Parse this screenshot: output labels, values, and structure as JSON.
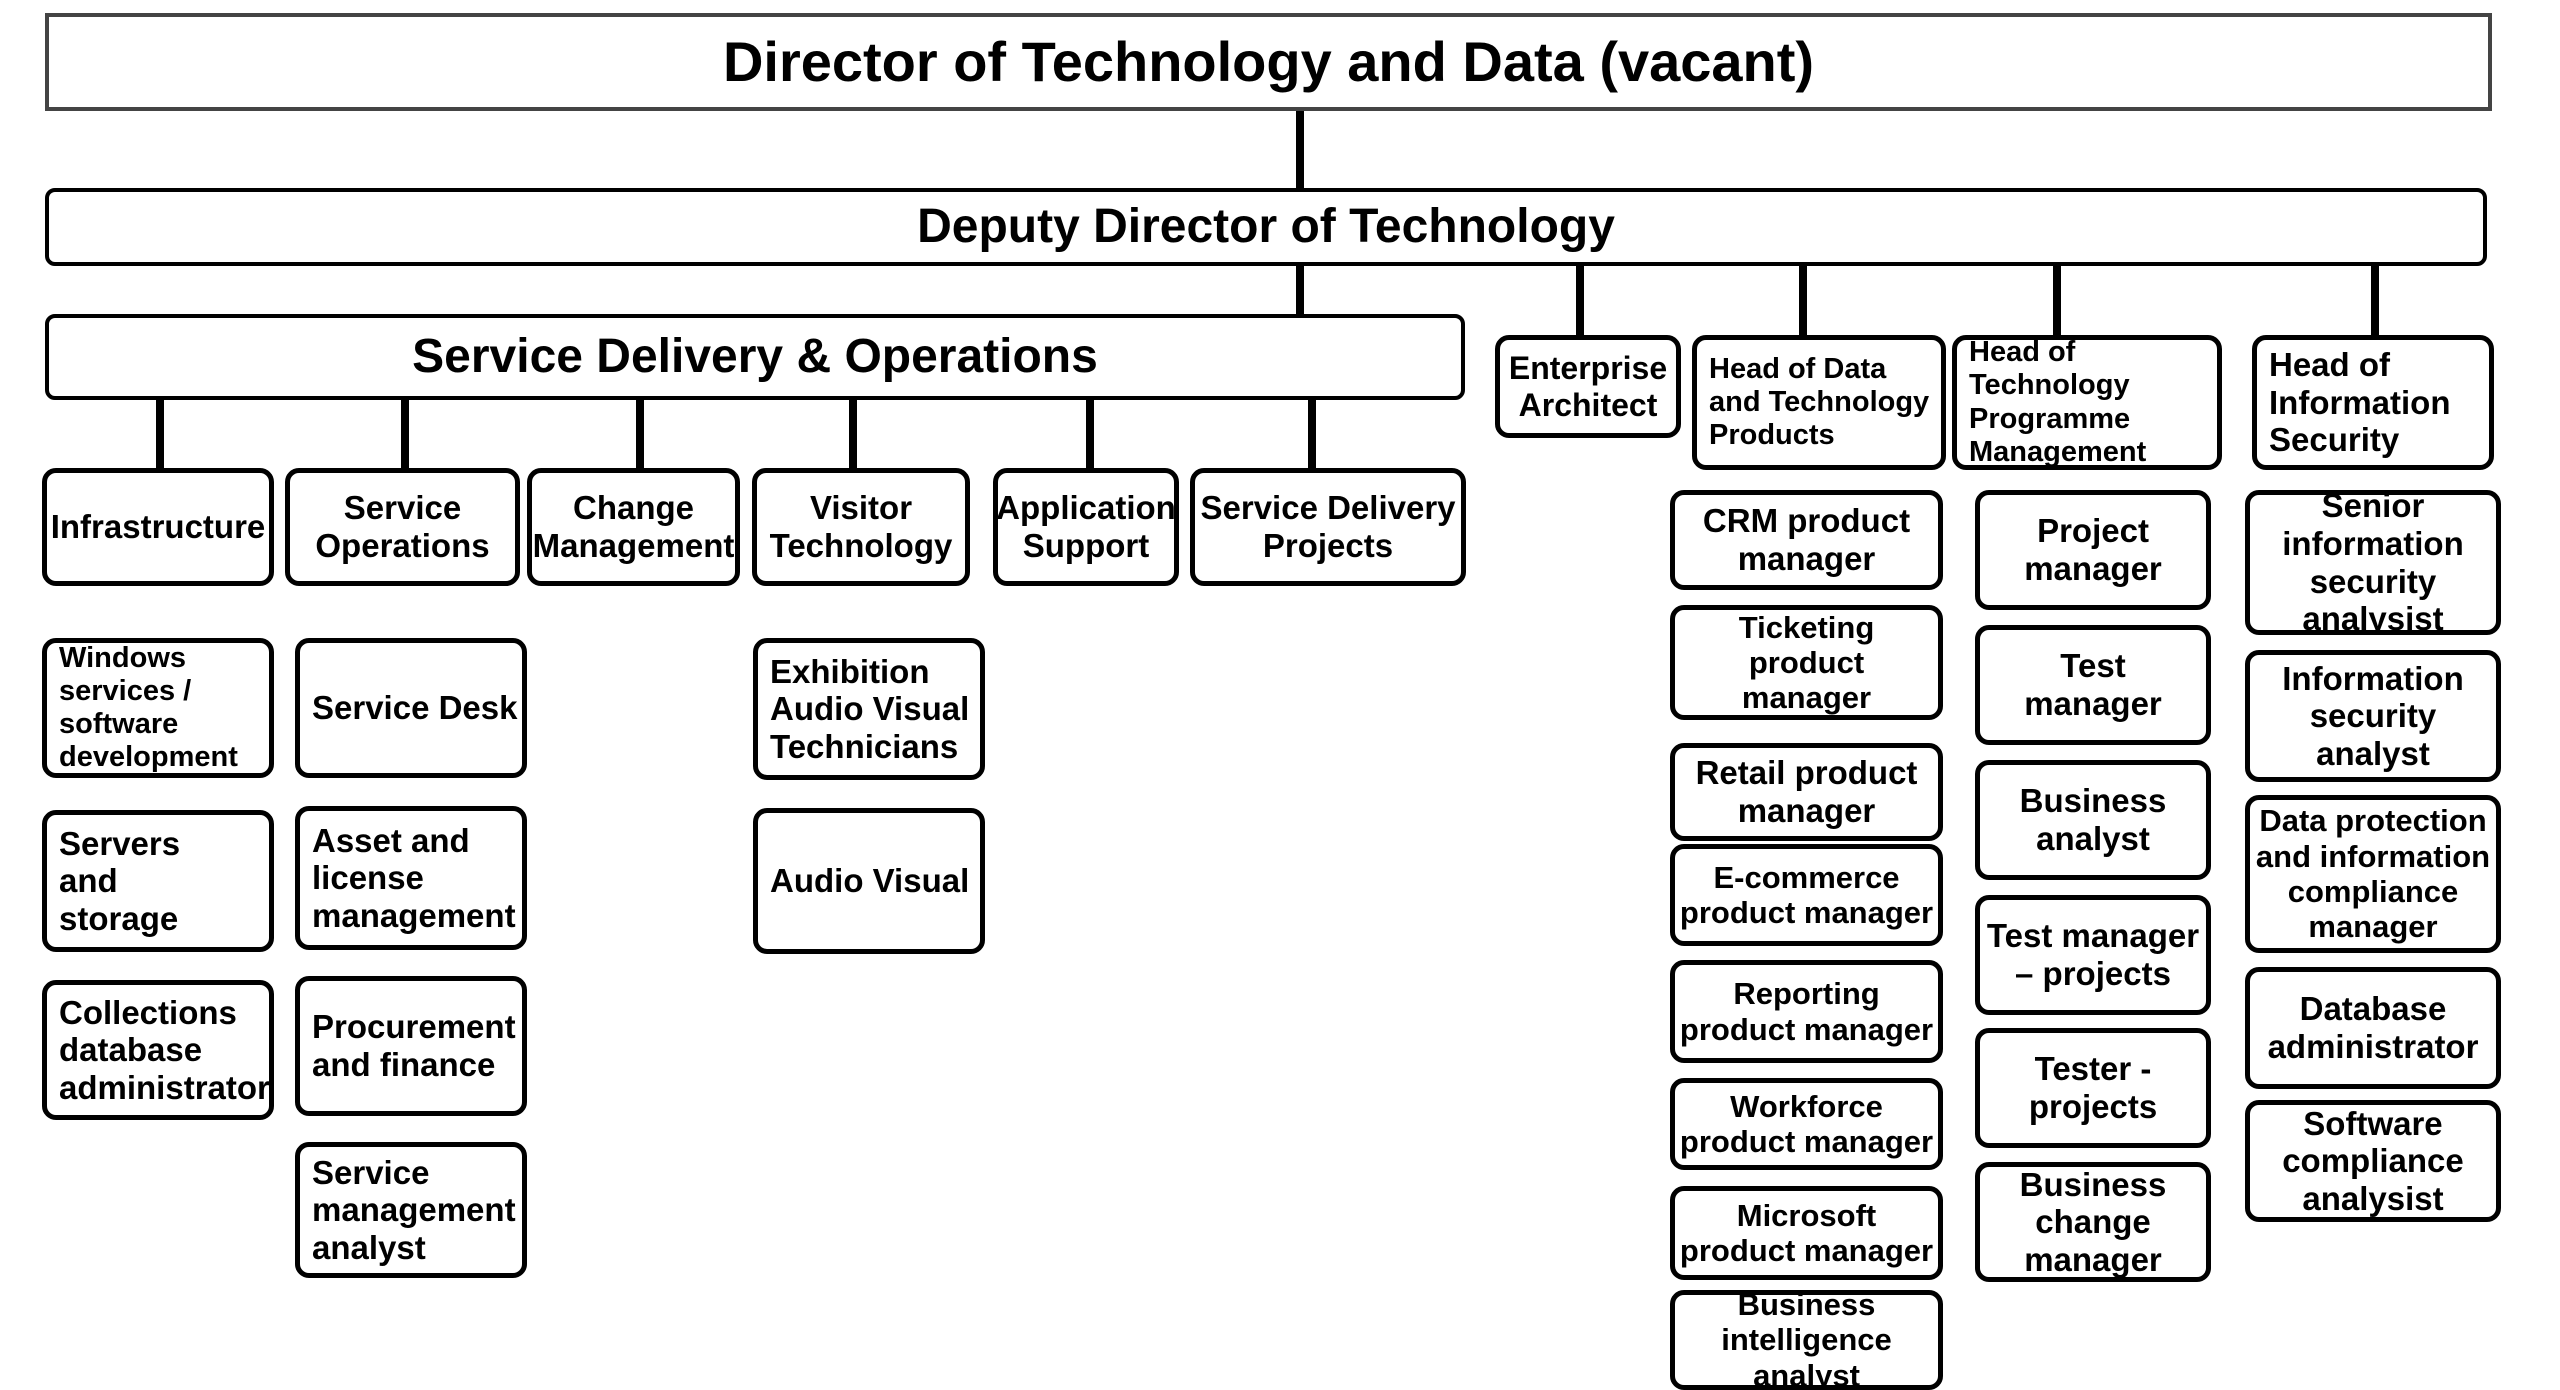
{
  "director": "Director of Technology and Data (vacant)",
  "deputy": "Deputy Director of Technology",
  "service_delivery": {
    "title": "Service Delivery & Operations",
    "teams": [
      {
        "label": "Infrastructure",
        "roles": [
          "Windows\nservices /\nsoftware\ndevelopment",
          "Servers\nand\nstorage",
          "Collections\ndatabase\nadministrator"
        ]
      },
      {
        "label": "Service\nOperations",
        "roles": [
          "Service Desk",
          "Asset and\nlicense\nmanagement",
          "Procurement\nand finance",
          "Service\nmanagement\nanalyst"
        ]
      },
      {
        "label": "Change\nManagement",
        "roles": []
      },
      {
        "label": "Visitor\nTechnology",
        "roles": [
          "Exhibition\nAudio Visual\nTechnicians",
          "Audio Visual"
        ]
      },
      {
        "label": "Application\nSupport",
        "roles": []
      },
      {
        "label": "Service Delivery\nProjects",
        "roles": []
      }
    ]
  },
  "enterprise_architect": "Enterprise\nArchitect",
  "heads": [
    {
      "label": "Head of Data\nand Technology\nProducts",
      "roles": [
        "CRM product\nmanager",
        "Ticketing product\nmanager",
        "Retail product\nmanager",
        "E-commerce\nproduct manager",
        "Reporting\nproduct manager",
        "Workforce\nproduct manager",
        "Microsoft\nproduct manager",
        "Business\nintelligence\nanalyst"
      ]
    },
    {
      "label": "Head of\nTechnology\nProgramme\nManagement",
      "roles": [
        "Project\nmanager",
        "Test\nmanager",
        "Business\nanalyst",
        "Test manager\n– projects",
        "Tester -\nprojects",
        "Business\nchange\nmanager"
      ]
    },
    {
      "label": "Head of\nInformation\nSecurity",
      "roles": [
        "Senior\ninformation\nsecurity\nanalysist",
        "Information\nsecurity\nanalyst",
        "Data protection\nand information\ncompliance\nmanager",
        "Database\nadministrator",
        "Software\ncompliance\nanalysist"
      ]
    }
  ]
}
